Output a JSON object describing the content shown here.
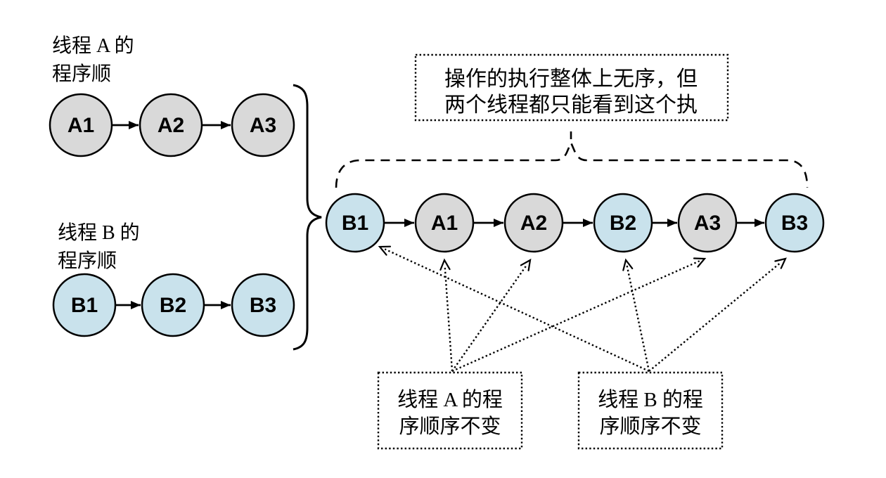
{
  "colors": {
    "thread_a_node_fill": "#d9d9d9",
    "thread_b_node_fill": "#c9e2ec",
    "line_color": "#000000"
  },
  "left_panel": {
    "thread_a": {
      "label_line1": "线程 A 的",
      "label_line2": "程序顺",
      "nodes": [
        "A1",
        "A2",
        "A3"
      ]
    },
    "thread_b": {
      "label_line1": "线程 B 的",
      "label_line2": "程序顺",
      "nodes": [
        "B1",
        "B2",
        "B3"
      ]
    }
  },
  "merged_sequence": {
    "nodes": [
      "B1",
      "A1",
      "A2",
      "B2",
      "A3",
      "B3"
    ]
  },
  "annotations": {
    "top_note_line1": "操作的执行整体上无序，但",
    "top_note_line2": "两个线程都只能看到这个执",
    "note_a_line1": "线程 A 的程",
    "note_a_line2": "序顺序不变",
    "note_b_line1": "线程 B 的程",
    "note_b_line2": "序顺序不变"
  }
}
